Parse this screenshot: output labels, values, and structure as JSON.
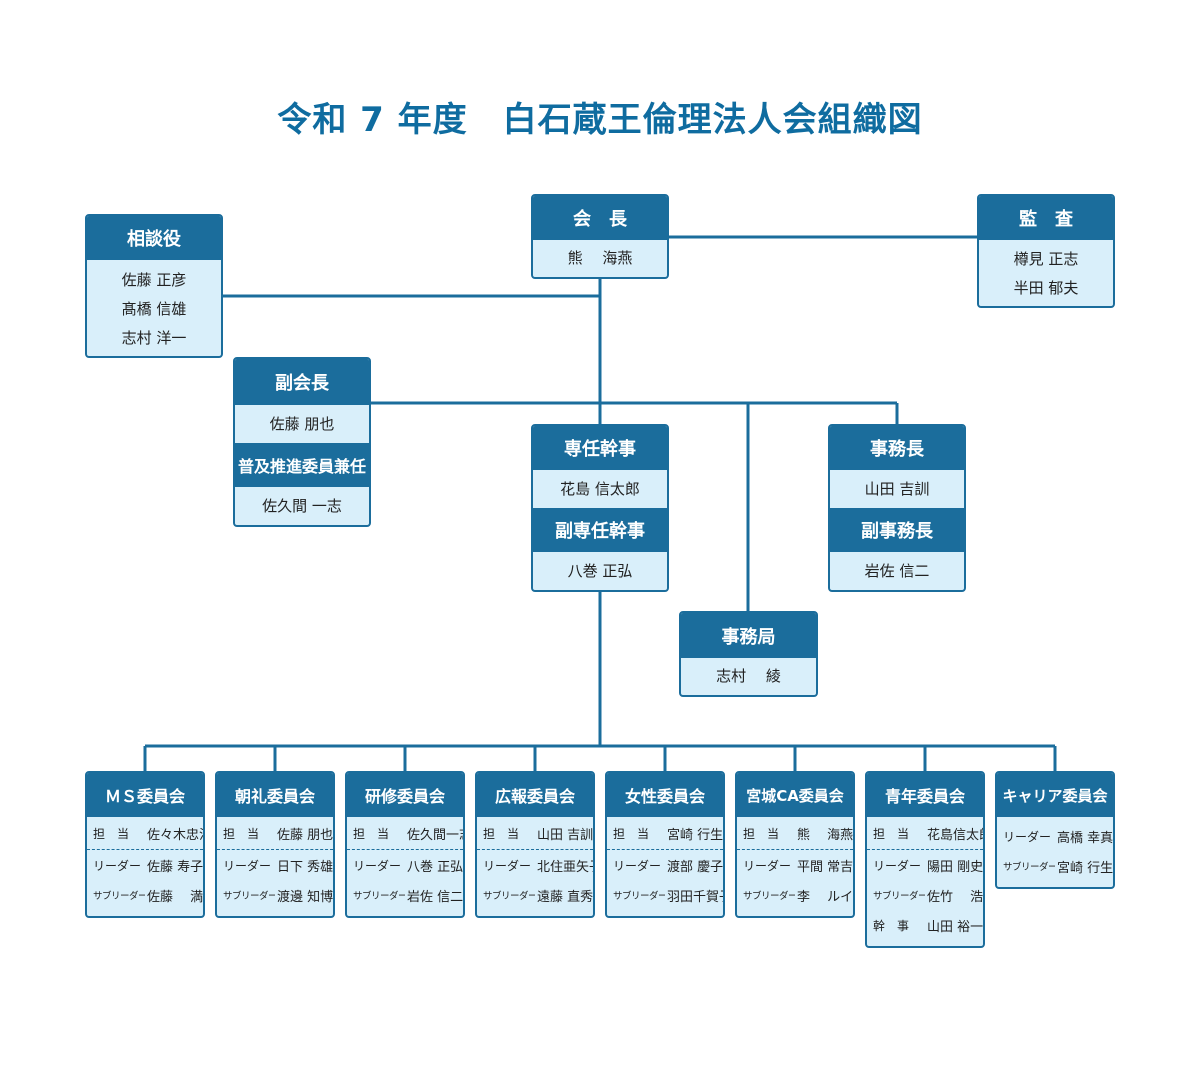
{
  "title": "令和 7 年度　白石蔵王倫理法人会組織図",
  "colors": {
    "header": "#1b6d9c",
    "fill": "#d9effa",
    "title": "#0f6ca0",
    "line": "#1b6d9c"
  },
  "top": {
    "kaicho": {
      "title": "会　長",
      "name": "熊　 海燕"
    },
    "kansa": {
      "title": "監　査",
      "names": [
        "樽見 正志",
        "半田 郁夫"
      ]
    },
    "sodanyaku": {
      "title": "相談役",
      "names": [
        "佐藤 正彦",
        "髙橋 信雄",
        "志村 洋一"
      ]
    },
    "fukukaicho": {
      "title": "副会長",
      "name": "佐藤 朋也",
      "sub_title": "普及推進委員兼任",
      "sub_name": "佐久間 一志"
    },
    "senninkanji": {
      "title": "専任幹事",
      "name": "花島 信太郎",
      "sub_title": "副専任幹事",
      "sub_name": "八巻 正弘"
    },
    "jimucho": {
      "title": "事務長",
      "name": "山田 吉訓",
      "sub_title": "副事務長",
      "sub_name": "岩佐 信二"
    },
    "jimukyoku": {
      "title": "事務局",
      "name": "志村　 綾"
    }
  },
  "committees": [
    {
      "title": "ＭＳ委員会",
      "tanto": "佐々木忠法",
      "members": [
        {
          "role": "リーダー",
          "name": "佐藤 寿子"
        },
        {
          "role": "サブリーダー",
          "name": "佐藤　 満"
        }
      ]
    },
    {
      "title": "朝礼委員会",
      "tanto": "佐藤 朋也",
      "members": [
        {
          "role": "リーダー",
          "name": "日下 秀雄"
        },
        {
          "role": "サブリーダー",
          "name": "渡邊 知博"
        }
      ]
    },
    {
      "title": "研修委員会",
      "tanto": "佐久間一志",
      "members": [
        {
          "role": "リーダー",
          "name": "八巻 正弘"
        },
        {
          "role": "サブリーダー",
          "name": "岩佐 信二"
        }
      ]
    },
    {
      "title": "広報委員会",
      "tanto": "山田 吉訓",
      "members": [
        {
          "role": "リーダー",
          "name": "北住亜矢子"
        },
        {
          "role": "サブリーダー",
          "name": "遠藤 直秀"
        }
      ]
    },
    {
      "title": "女性委員会",
      "tanto": "宮崎 行生",
      "members": [
        {
          "role": "リーダー",
          "name": "渡部 慶子"
        },
        {
          "role": "サブリーダー",
          "name": "羽田千賀子"
        }
      ]
    },
    {
      "title": "宮城CA委員会",
      "tanto": "熊　 海燕",
      "members": [
        {
          "role": "リーダー",
          "name": "平間 常吉"
        },
        {
          "role": "サブリーダー",
          "name": "李　 ルイ"
        }
      ]
    },
    {
      "title": "青年委員会",
      "tanto": "花島信太郎",
      "members": [
        {
          "role": "リーダー",
          "name": "陽田 剛史"
        },
        {
          "role": "サブリーダー",
          "name": "佐竹　 浩"
        },
        {
          "role": "幹　事",
          "name": "山田 裕一"
        }
      ]
    },
    {
      "title": "キャリア委員会",
      "tanto": "",
      "members": [
        {
          "role": "リーダー",
          "name": "高橋 幸真"
        },
        {
          "role": "サブリーダー",
          "name": "宮崎 行生"
        }
      ]
    }
  ],
  "labels": {
    "tanto": "担　当"
  }
}
